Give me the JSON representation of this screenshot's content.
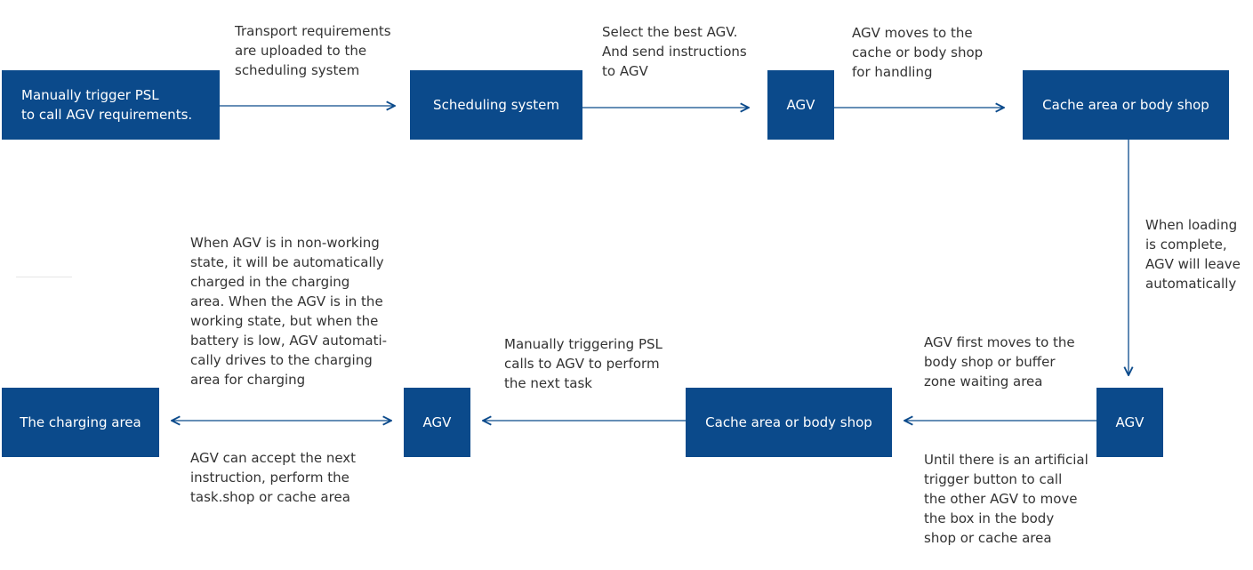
{
  "colors": {
    "box": "#0b4a8b",
    "arrow": "#0b4a8b",
    "text": "#333333"
  },
  "boxes": {
    "psl_trigger": "Manually trigger PSL\nto call AGV requirements.",
    "scheduling": "Scheduling system",
    "agv_top": "AGV",
    "cache_top": "Cache area or body shop",
    "agv_right": "AGV",
    "cache_bottom": "Cache area or body shop",
    "agv_bottom": "AGV",
    "charging": "The charging area"
  },
  "labels": {
    "upload": "Transport requirements\nare uploaded to the\nscheduling system",
    "select": "Select the best AGV.\nAnd send instructions\nto AGV",
    "moves": "AGV moves to the\ncache or body shop\nfor handling",
    "leave": "When loading\nis complete,\nAGV will leave\nautomatically",
    "first_moves": "AGV first moves to the\nbody shop or buffer\nzone waiting area",
    "until": "Until there is an artificial\ntrigger button to call\nthe other AGV to move\nthe box in the body\nshop or cache area",
    "next_task": "Manually triggering PSL\ncalls to AGV to perform\nthe next task",
    "non_working": "When AGV is in non-working\nstate, it will be automatically\ncharged in the charging\narea. When the AGV is in the\nworking state, but when the\nbattery is low, AGV automati-\ncally drives to the charging\narea for charging",
    "accept": "AGV can accept the next\ninstruction, perform the\ntask.shop or cache area"
  }
}
